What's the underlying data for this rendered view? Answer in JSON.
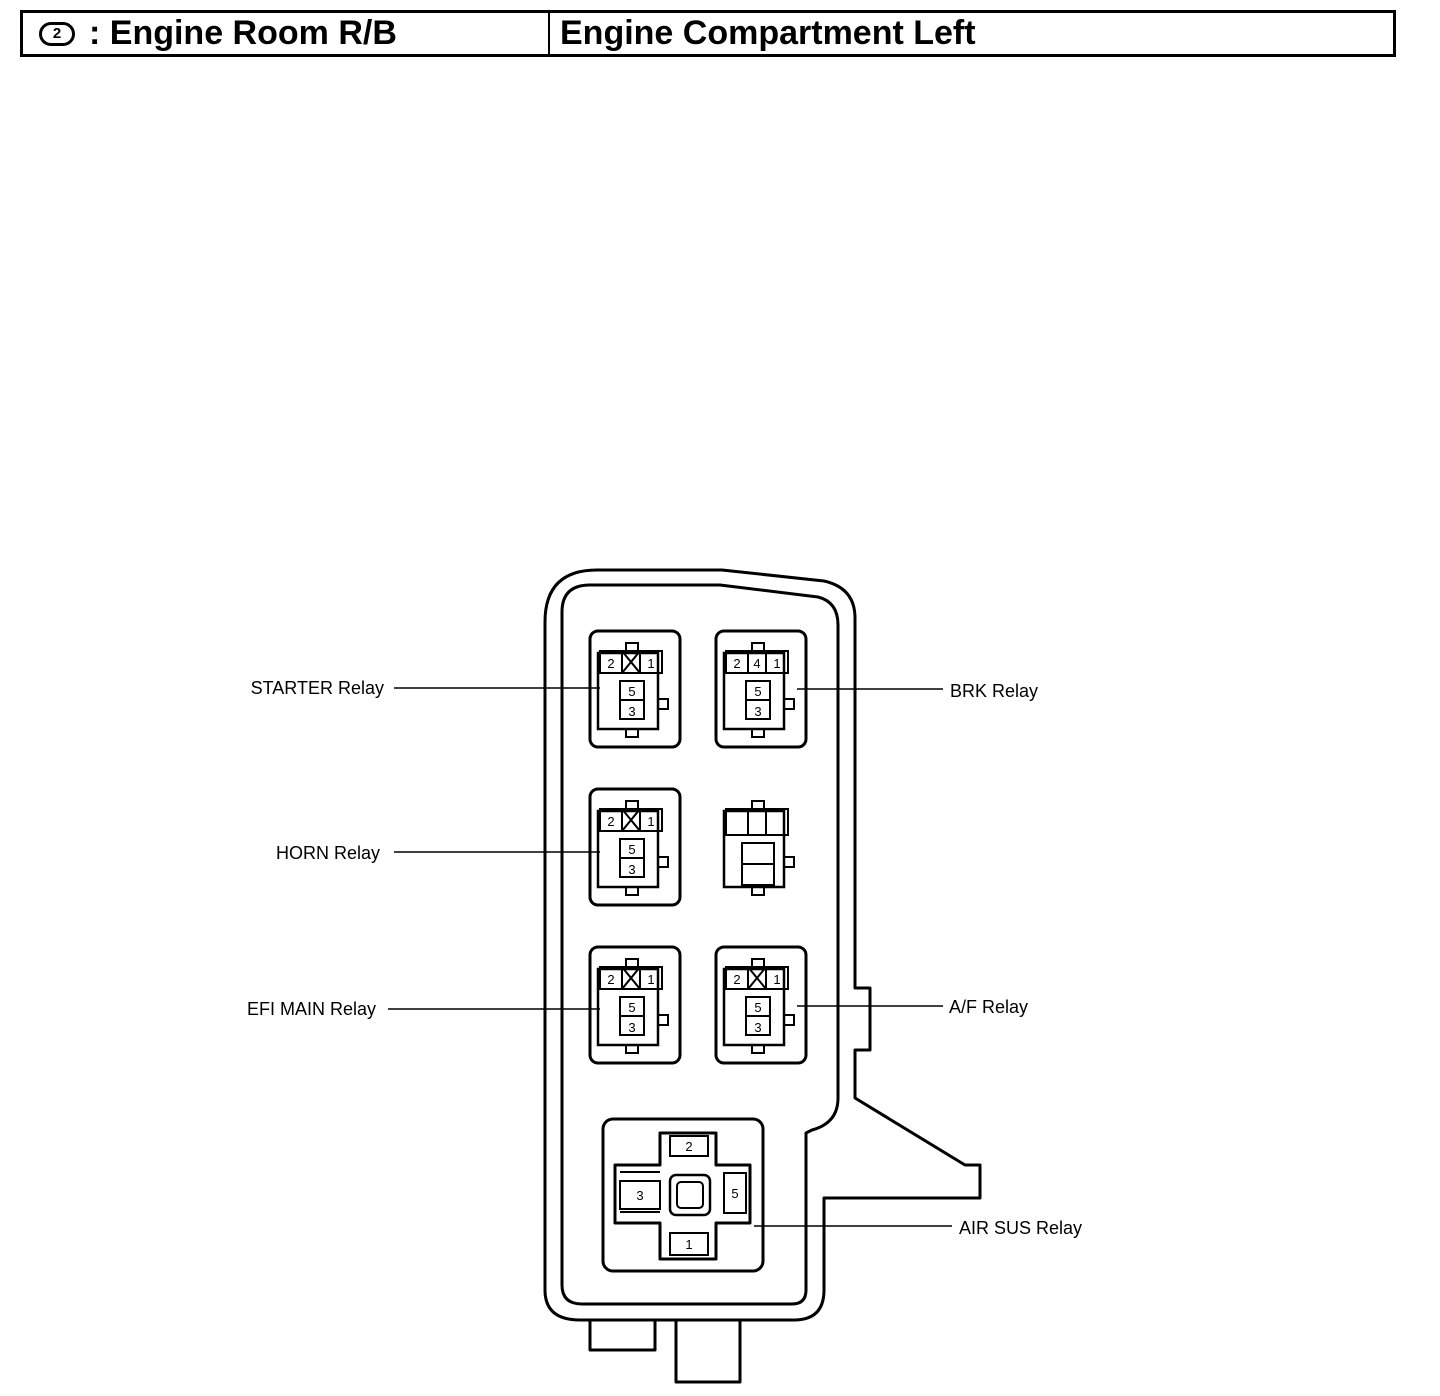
{
  "header": {
    "badge": "2",
    "left_title": ": Engine Room R/B",
    "right_title": "Engine Compartment Left"
  },
  "labels": {
    "starter": "STARTER Relay",
    "brk": "BRK Relay",
    "horn": "HORN Relay",
    "efi_main": "EFI MAIN Relay",
    "af": "A/F Relay",
    "air_sus": "AIR SUS Relay"
  },
  "pins": {
    "p1": "1",
    "p2": "2",
    "p3": "3",
    "p4": "4",
    "p5": "5"
  }
}
